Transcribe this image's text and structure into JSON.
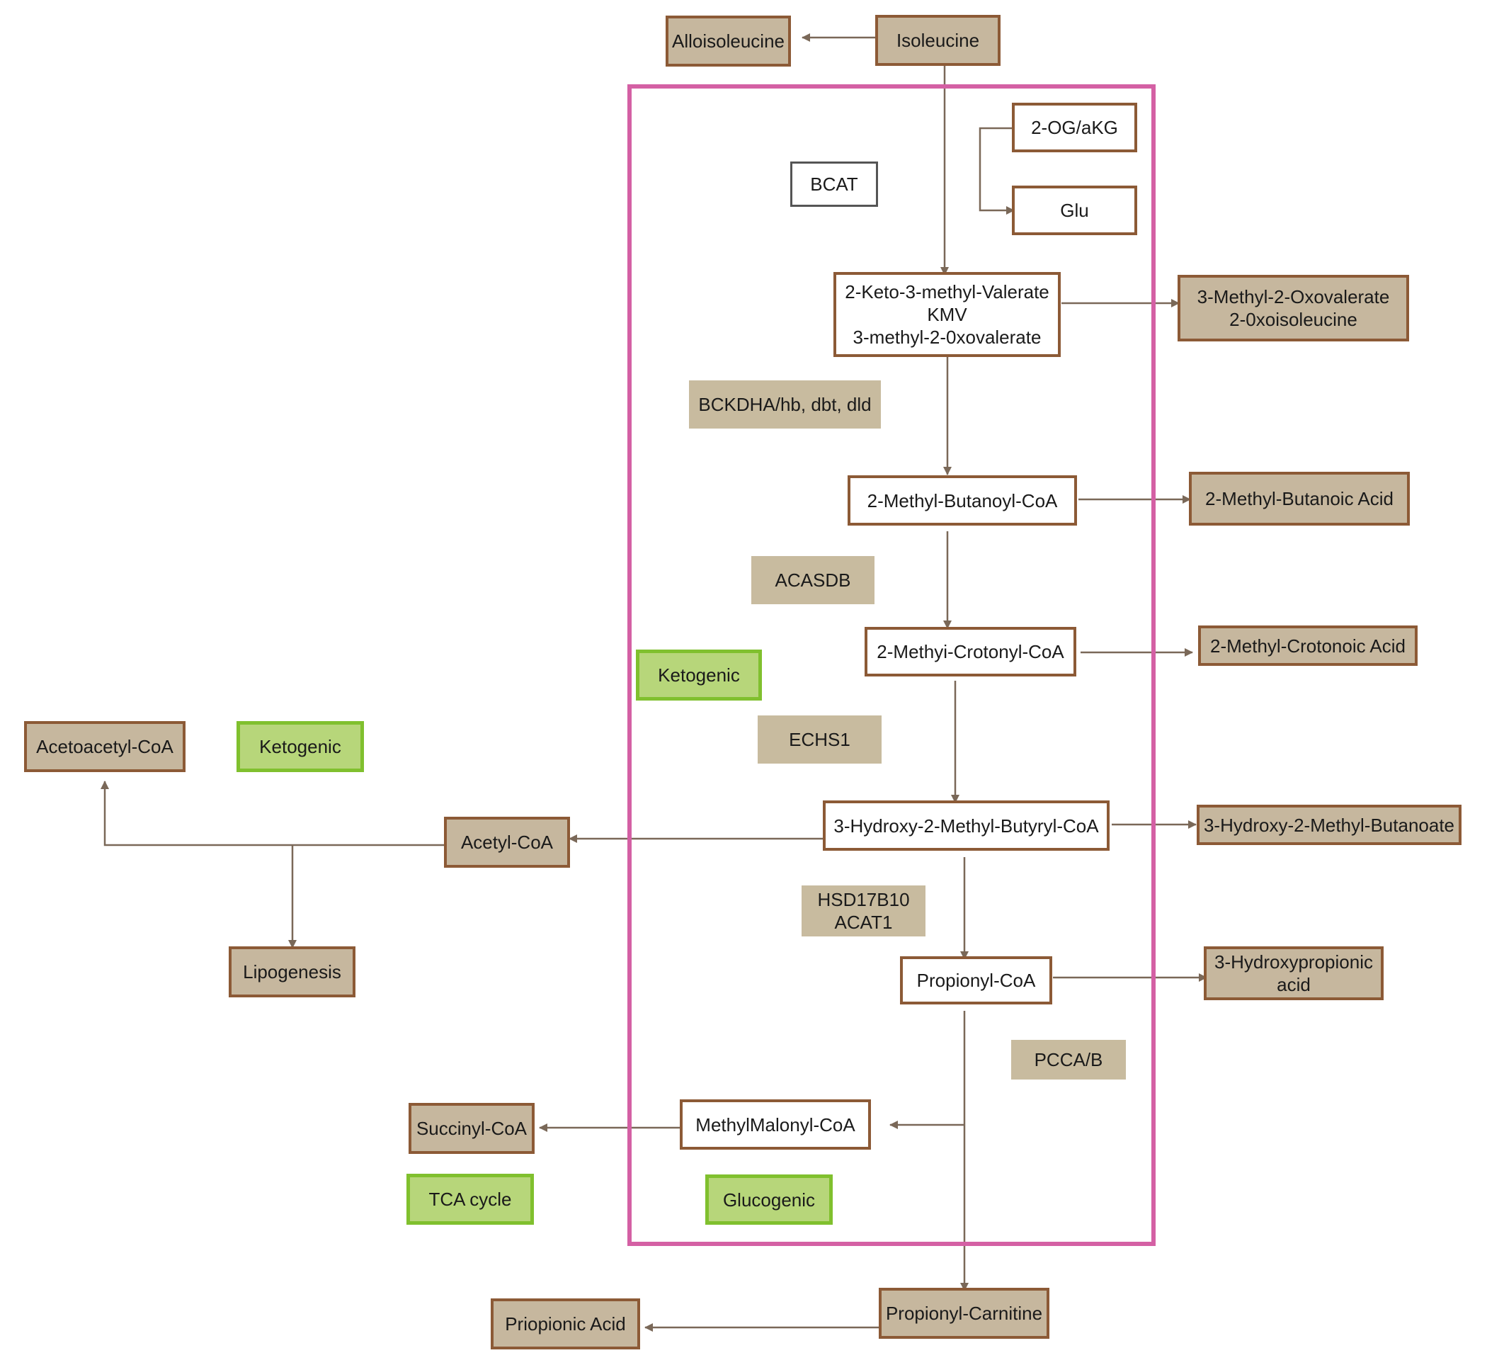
{
  "colors": {
    "pathway_frame": "#d460a4",
    "arrow": "#7a6858",
    "metabolite_fill": "#c6b79e",
    "metabolite_border": "#8c5a36",
    "group_fill": "#b7d67a",
    "group_border": "#80c02e"
  },
  "nodes": {
    "alloisoleucine": "Alloisoleucine",
    "isoleucine": "Isoleucine",
    "og_akg": "2-OG/aKG",
    "glu": "Glu",
    "bcat": "BCAT",
    "kmv": "2-Keto-3-methyl-Valerate\nKMV\n3-methyl-2-0xovalerate",
    "oxovalerate": "3-Methyl-2-Οxovalerate\n2-0xoisoleucine",
    "bckdha": "BCKDHA/hb, dbt, dld",
    "methyl_butanoyl": "2-Methyl-Butanoyl-CoA",
    "methyl_butanoic": "2-Methyl-Butanoic Acid",
    "acasdb": "ACASDB",
    "crotonyl": "2-Methyi-Crotonyl-CoA",
    "crotonic": "2-Methyl-Crotonoic Acid",
    "ketogenic_inner": "Ketogenic",
    "echs1": "ECHS1",
    "acetoacetyl": "Acetoacetyl-CoA",
    "ketogenic_outer": "Ketogenic",
    "acetyl": "Acetyl-CoA",
    "hydroxy_butyryl": "3-Hydroxy-2-Methyl-Butyryl-CoA",
    "hydroxy_butanoate": "3-Hydroxy-2-Methyl-Butanoate",
    "hsd": "HSD17B10\nACAT1",
    "lipogenesis": "Lipogenesis",
    "propionyl": "Propionyl-CoA",
    "hydroxypropionic": "3-Hydroxypropionic\nacid",
    "pcca": "PCCA/B",
    "succinyl": "Succinyl-CoA",
    "methylmalonyl": "MethylMalonyl-CoA",
    "tca": "TCA cycle",
    "glucogenic": "Glucogenic",
    "priopionic": "Priopionic Acid",
    "carnitine": "Propionyl-Carnitine"
  }
}
